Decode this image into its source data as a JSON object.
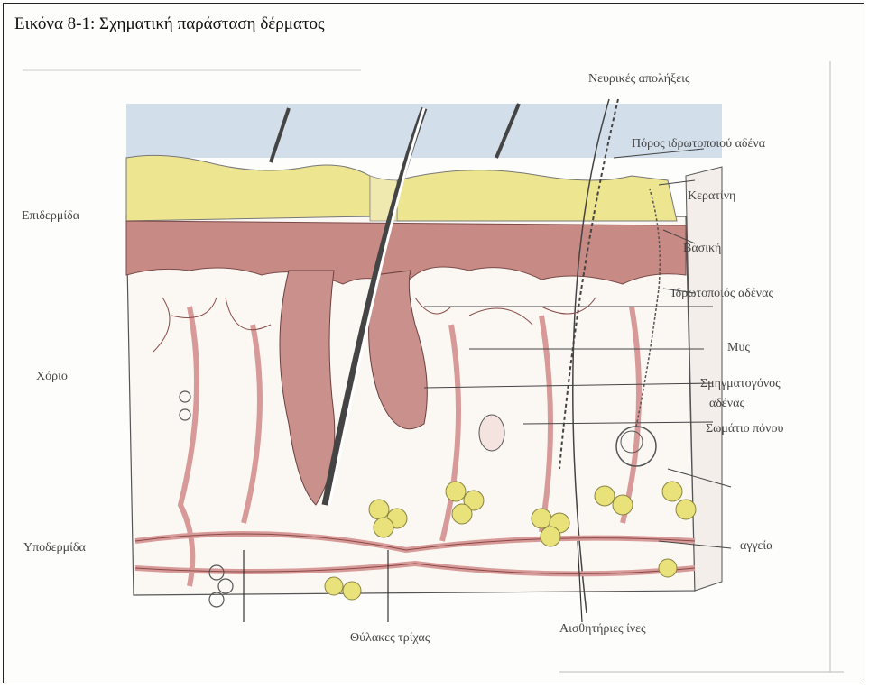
{
  "caption": "Εικόνα 8-1: Σχηματική παράσταση δέρματος",
  "labels": {
    "epidermis": "Επιδερμίδα",
    "dermis": "Χόριο",
    "hypodermis": "Υποδερμίδα",
    "nerve_endings": "Νευρικές απολήξεις",
    "sweat_pore": "Πόρος ιδρωτοποιού αδένα",
    "keratin": "Κερατίνη",
    "basal": "Βασική",
    "sweat_gland": "Ιδρωτοποιός αδένας",
    "muscle": "Μυς",
    "sebaceous_1": "Σμηγματογόνος",
    "sebaceous_2": "αδένας",
    "nerve_body": "Σωμάτιο πόνου",
    "vessels": "αγγεία",
    "hair_follicles": "Θύλακες τρίχας",
    "nerve_fibers": "Αισθητήριες ίνες"
  },
  "colors": {
    "keratin_layer": "#ede58f",
    "basal_layer": "#c88a84",
    "sky": "#c7d6e6",
    "vessel": "#d79a98",
    "fat": "#e9e17a",
    "ink": "#333333"
  }
}
